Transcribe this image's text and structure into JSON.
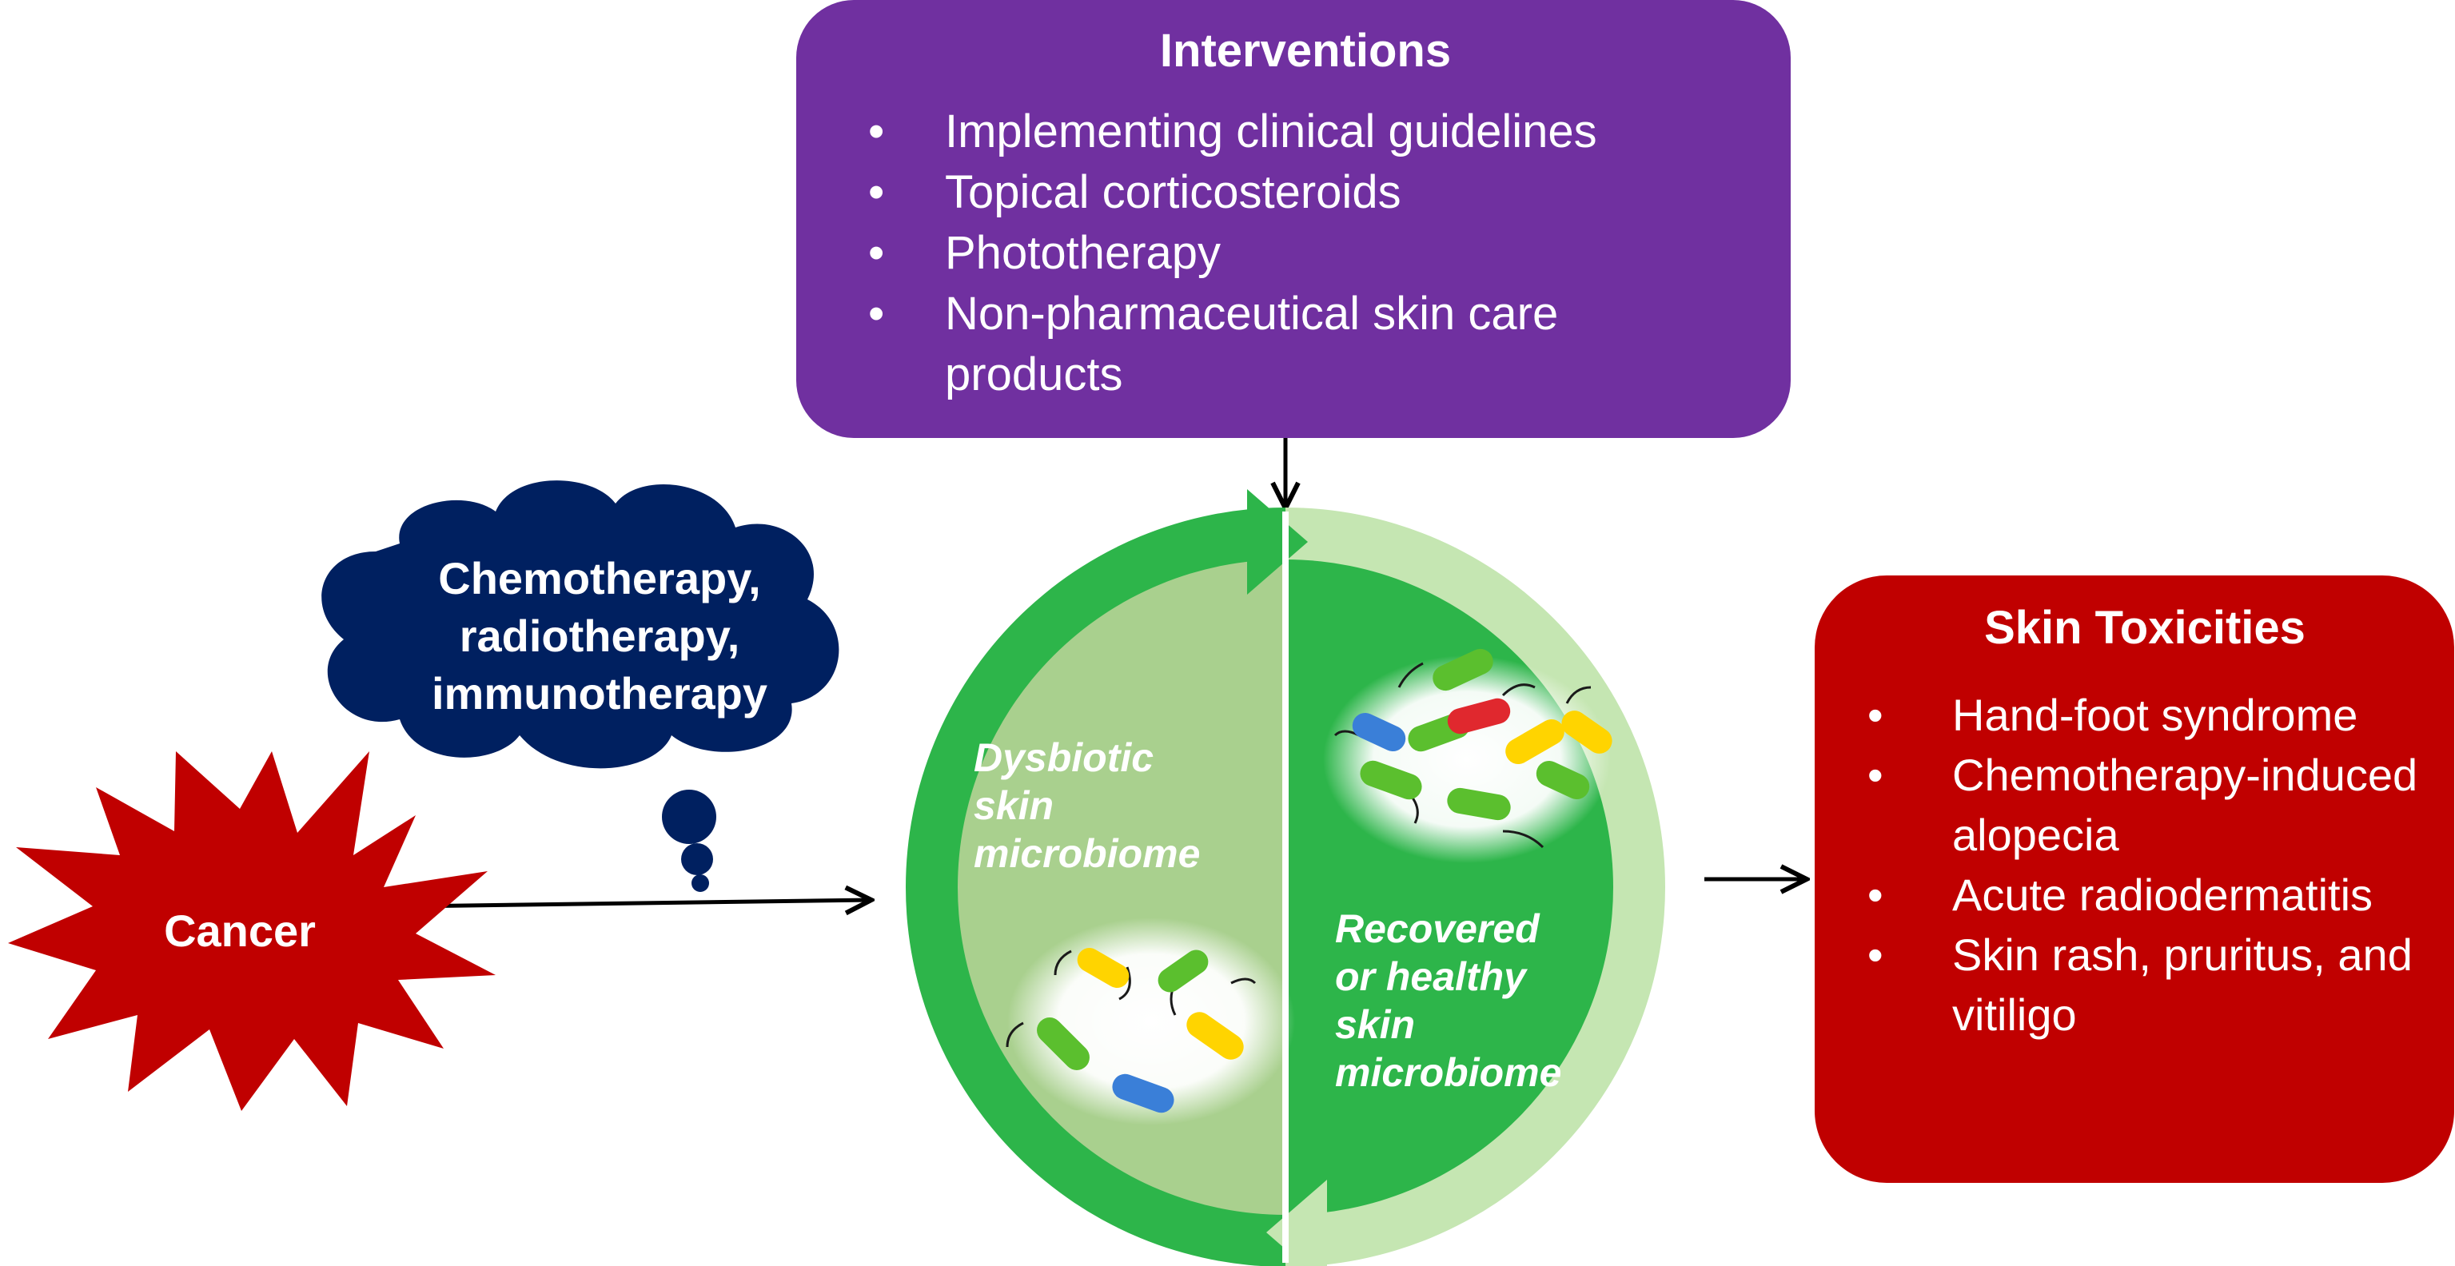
{
  "colors": {
    "interventions_fill": "#7030A0",
    "toxicities_fill": "#C00000",
    "cloud_fill": "#002060",
    "cancer_fill": "#C00000",
    "dysbiotic_fill": "#A9D08E",
    "recovered_fill": "#2DB54A",
    "arrow_dark_green": "#2DB54A",
    "arrow_light_green": "#C5E6B2",
    "bacteria_green": "#5BBF2E",
    "bacteria_yellow": "#FFD400",
    "bacteria_red": "#E0282E",
    "bacteria_blue": "#3A7FD8",
    "text_white": "#FFFFFF",
    "connector_black": "#000000"
  },
  "interventions": {
    "title": "Interventions",
    "items": [
      "Implementing clinical guidelines",
      "Topical corticosteroids",
      "Phototherapy",
      "Non-pharmaceutical skin care products"
    ]
  },
  "cloud": {
    "label_line1": "Chemotherapy,",
    "label_line2": "radiotherapy,",
    "label_line3": "immunotherapy"
  },
  "cancer": {
    "label": "Cancer"
  },
  "microbiome": {
    "dysbiotic_line1": "Dysbiotic",
    "dysbiotic_line2": "skin",
    "dysbiotic_line3": "microbiome",
    "recovered_line1": "Recovered",
    "recovered_line2": "or healthy",
    "recovered_line3": "skin",
    "recovered_line4": "microbiome"
  },
  "toxicities": {
    "title": "Skin Toxicities",
    "items": [
      "Hand-foot syndrome",
      "Chemotherapy-induced alopecia",
      "Acute radiodermatitis",
      "Skin rash, pruritus, and vitiligo"
    ]
  }
}
